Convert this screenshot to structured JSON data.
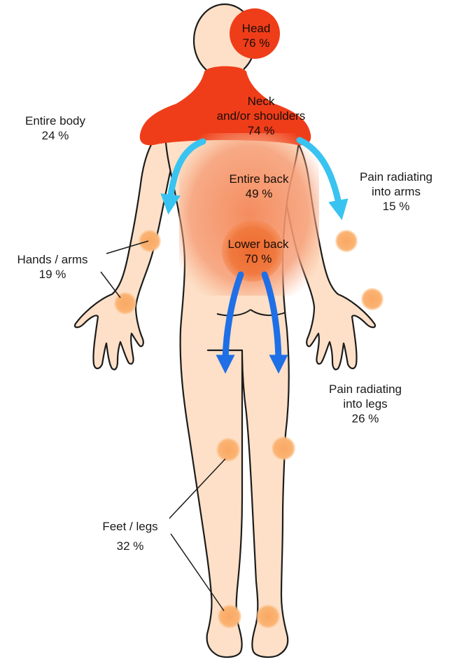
{
  "colors": {
    "skin": "#fde0c7",
    "outline": "#1c1c1c",
    "severe": "#ef3d1a",
    "back": "#f59a70",
    "lower_back": "#f07a40",
    "joint": "#fbb474",
    "arrow_light": "#39c3f0",
    "arrow_dark": "#1f6fe6"
  },
  "regions": {
    "head": {
      "name": "Head",
      "value": "76 %"
    },
    "neck": {
      "name_line1": "Neck",
      "name_line2": "and/or shoulders",
      "value": "74 %"
    },
    "entire_back": {
      "name": "Entire back",
      "value": "49 %"
    },
    "lower_back": {
      "name": "Lower back",
      "value": "70 %"
    }
  },
  "callouts": {
    "entire_body": {
      "name": "Entire body",
      "value": "24 %"
    },
    "hands_arms": {
      "name": "Hands / arms",
      "value": "19 %"
    },
    "arms_radiating": {
      "line1": "Pain radiating",
      "line2": "into arms",
      "value": "15 %"
    },
    "legs_radiating": {
      "line1": "Pain radiating",
      "line2": "into legs",
      "value": "26 %"
    },
    "feet_legs": {
      "name": "Feet / legs",
      "value": "32 %"
    }
  }
}
